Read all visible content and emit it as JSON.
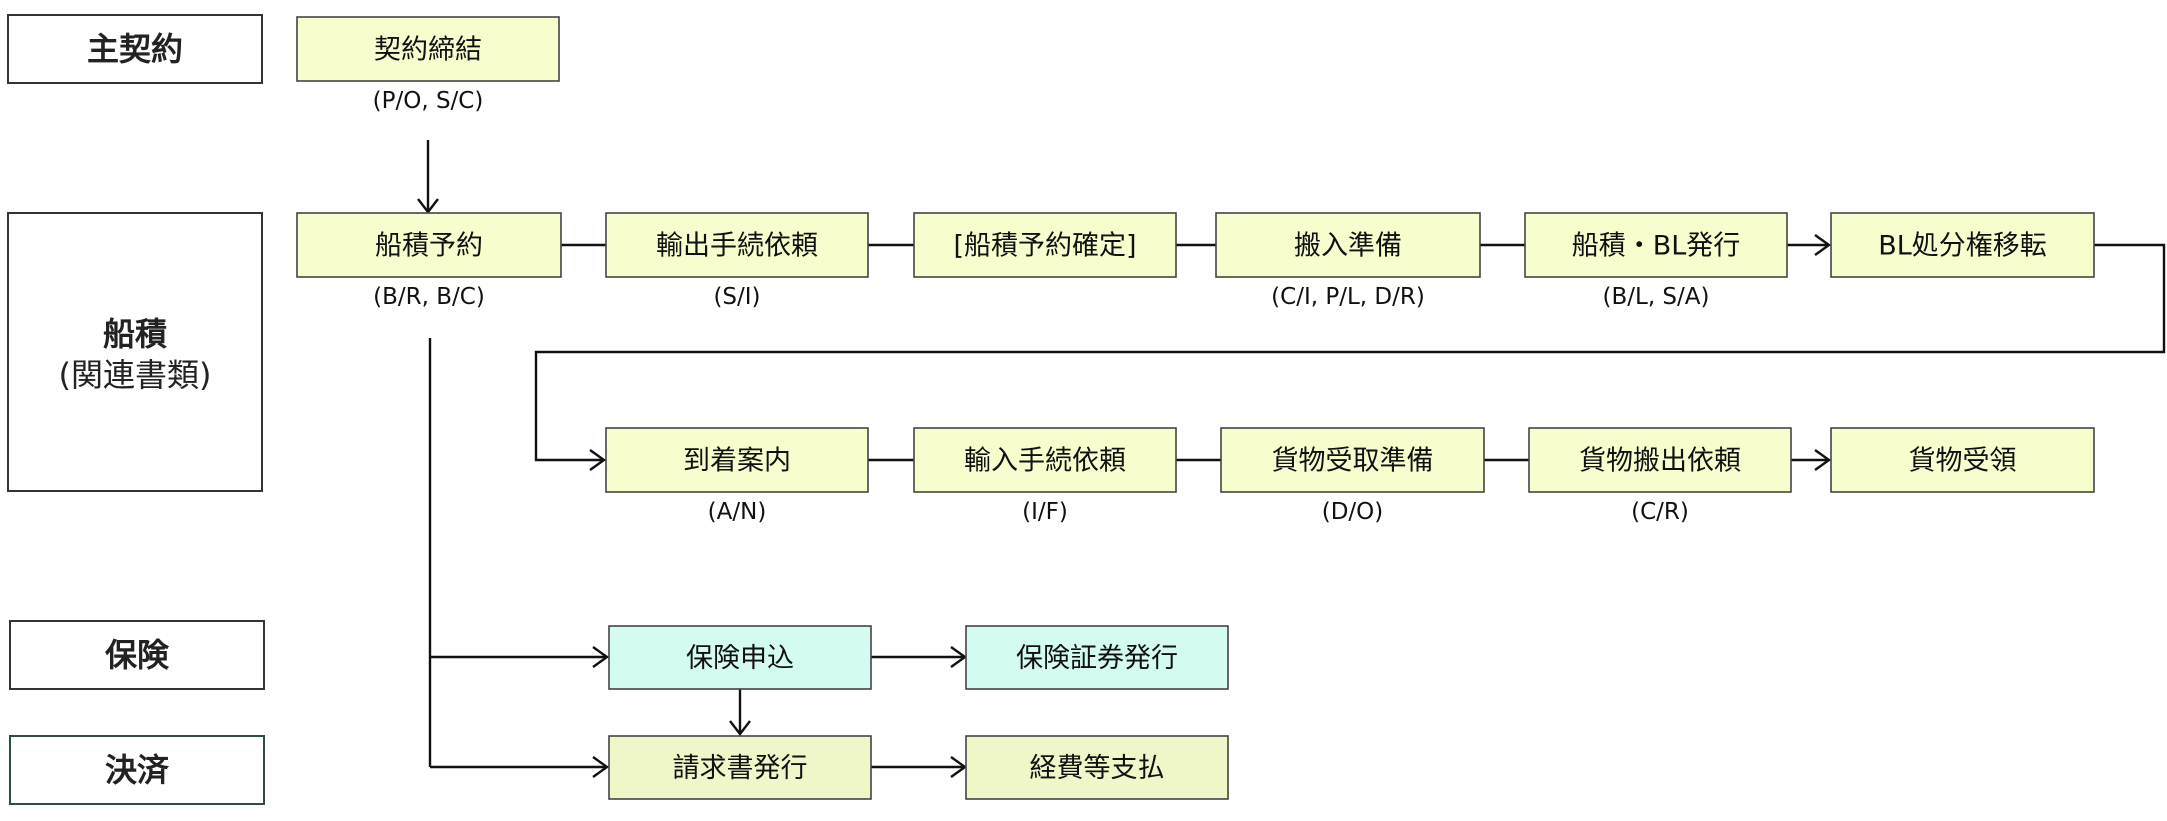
{
  "colors": {
    "step_fill": "#f7fdcd",
    "insurance_fill": "#d3fbf2",
    "payment_fill": "#eff6c8",
    "box_stroke": "#444444",
    "line": "#111111"
  },
  "lanes": [
    {
      "id": "main-contract",
      "label": "主契約"
    },
    {
      "id": "shipping",
      "label": "船積",
      "sublabel": "(関連書類)"
    },
    {
      "id": "insurance",
      "label": "保険"
    },
    {
      "id": "settlement",
      "label": "決済"
    }
  ],
  "steps": [
    {
      "id": "contract",
      "label": "契約締結",
      "docs": "(P/O, S/C)"
    },
    {
      "id": "booking",
      "label": "船積予約",
      "docs": "(B/R, B/C)"
    },
    {
      "id": "export-request",
      "label": "輸出手続依頼",
      "docs": "(S/I)"
    },
    {
      "id": "booking-confirm",
      "label": "[船積予約確定]",
      "docs": ""
    },
    {
      "id": "delivery-prep",
      "label": "搬入準備",
      "docs": "(C/I, P/L, D/R)"
    },
    {
      "id": "loading-bl",
      "label": "船積・BL発行",
      "docs": "(B/L, S/A)"
    },
    {
      "id": "bl-transfer",
      "label": "BL処分権移転",
      "docs": ""
    },
    {
      "id": "arrival",
      "label": "到着案内",
      "docs": "(A/N)"
    },
    {
      "id": "import-request",
      "label": "輸入手続依頼",
      "docs": "(I/F)"
    },
    {
      "id": "receipt-prep",
      "label": "貨物受取準備",
      "docs": "(D/O)"
    },
    {
      "id": "release-request",
      "label": "貨物搬出依頼",
      "docs": "(C/R)"
    },
    {
      "id": "cargo-receipt",
      "label": "貨物受領",
      "docs": ""
    },
    {
      "id": "insurance-apply",
      "label": "保険申込",
      "docs": ""
    },
    {
      "id": "policy-issue",
      "label": "保険証券発行",
      "docs": ""
    },
    {
      "id": "invoice-issue",
      "label": "請求書発行",
      "docs": ""
    },
    {
      "id": "expense-payment",
      "label": "経費等支払",
      "docs": ""
    }
  ]
}
